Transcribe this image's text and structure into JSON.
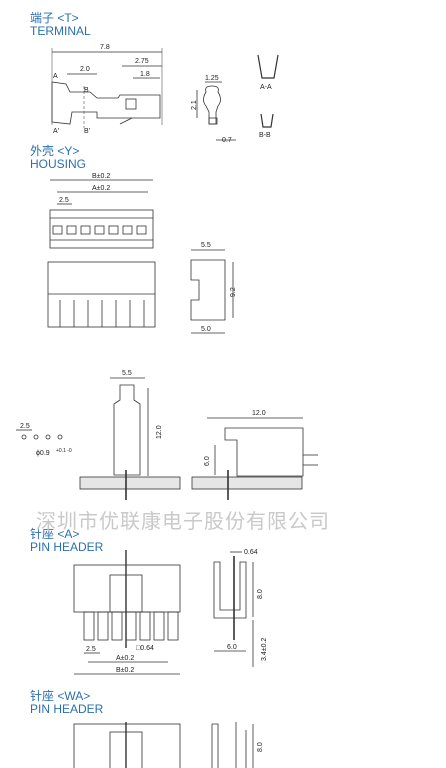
{
  "sections": {
    "terminal": {
      "cn": "端子 <T>",
      "en": "TERMINAL"
    },
    "housing": {
      "cn": "外壳 <Y>",
      "en": "HOUSING"
    },
    "pin_header_a": {
      "cn": "针座 <A>",
      "en": "PIN HEADER"
    },
    "pin_header_wa": {
      "cn": "针座 <WA>",
      "en": "PIN HEADER"
    }
  },
  "watermark": "深圳市优联康电子股份有限公司",
  "terminal_dims": {
    "length": "7.8",
    "d1": "2.75",
    "d2": "2.0",
    "d3": "1.8",
    "sect_w": "1.25",
    "sect_h": "2.1",
    "sect_b": "0.7",
    "label_a": "A",
    "label_a2": "A'",
    "label_b": "B",
    "label_b2": "B'",
    "view_aa": "A-A",
    "view_bb": "B-B"
  },
  "housing_dims": {
    "b": "B±0.2",
    "a": "A±0.2",
    "pitch": "2.5",
    "w1": "5.5",
    "h": "9.2",
    "w2": "5.0"
  },
  "assembly_dims": {
    "w": "5.5",
    "h": "12.0",
    "l": "12.0",
    "ph": "6.0",
    "pitch": "2.5",
    "hole": "ϕ0.9",
    "tol": "+0.1 -0"
  },
  "pin_header_a_dims": {
    "pin": "0.64",
    "h": "8.0",
    "w": "6.0",
    "tail": "3.4±0.2",
    "pitch": "2.5",
    "a": "A±0.2",
    "b": "B±0.2",
    "sq": "□0.64"
  },
  "pin_header_wa_dims": {
    "h": "8.0"
  }
}
